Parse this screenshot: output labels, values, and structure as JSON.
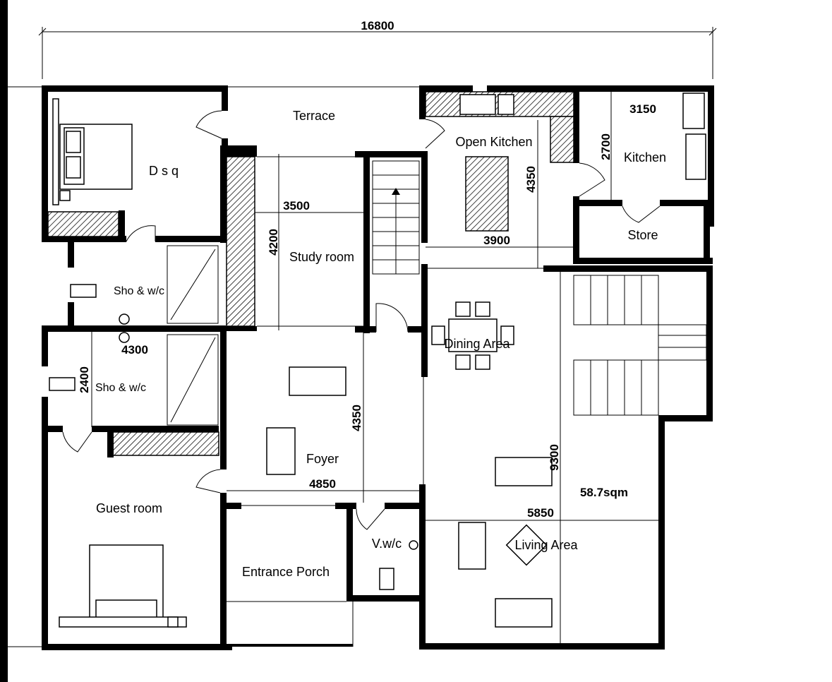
{
  "overall_dimension": "16800",
  "rooms": {
    "terrace": "Terrace",
    "dsq": "D s q",
    "open_kitchen": "Open Kitchen",
    "kitchen": "Kitchen",
    "store": "Store",
    "study_room": "Study room",
    "sho_wc_1": "Sho & w/c",
    "sho_wc_2": "Sho & w/c",
    "dining_area": "Dining Area",
    "foyer": "Foyer",
    "guest_room": "Guest room",
    "entrance_porch": "Entrance Porch",
    "vwc": "V.w/c",
    "living_area": "Living Area",
    "area_label": "58.7sqm"
  },
  "dimensions": {
    "kitchen_width": "3150",
    "kitchen_depth": "2700",
    "open_kitchen_depth": "4350",
    "open_kitchen_width": "3900",
    "study_width": "3500",
    "study_depth": "4200",
    "shower_width": "4300",
    "shower_depth": "2400",
    "foyer_depth": "4350",
    "foyer_width": "4850",
    "living_depth": "9300",
    "living_width": "5850"
  }
}
